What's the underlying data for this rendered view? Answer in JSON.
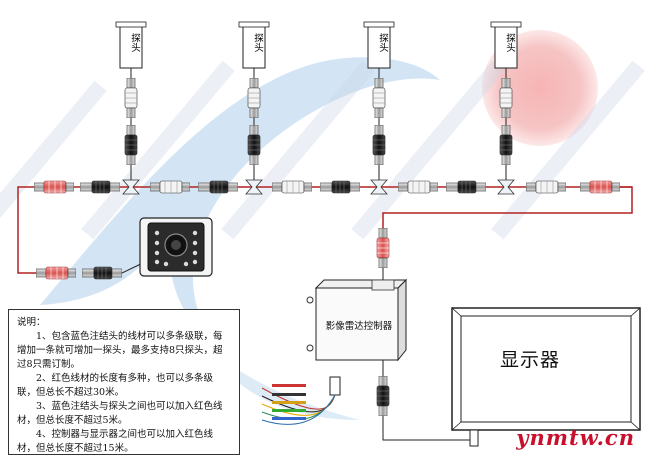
{
  "diagram": {
    "probe_label": "探头",
    "probe_count": 4,
    "controller_label": "影像雷达控制器",
    "display_label": "显示器",
    "notes": {
      "title": "说明：",
      "items": [
        "1、包含蓝色注结头的线材可以多条级联，每增加一条就可增加一探头，最多支持8只探头，超过8只需订制。",
        "2、红色线材的长度有多种，也可以多条级联，但总长不超过30米。",
        "3、蓝色注结头与探头之间也可以加入红色线材，但总长度不超过5米。",
        "4、控制器与显示器之间也可以加入红色线材，但总长度不超过15米。"
      ]
    },
    "watermark": "ynmtw.cn",
    "colors": {
      "red_connector": "#d9534f",
      "cable": "#b22222",
      "connector_dark": "#333333",
      "sun": "#f4a0a0",
      "swoosh": "#9ec6e8"
    }
  }
}
